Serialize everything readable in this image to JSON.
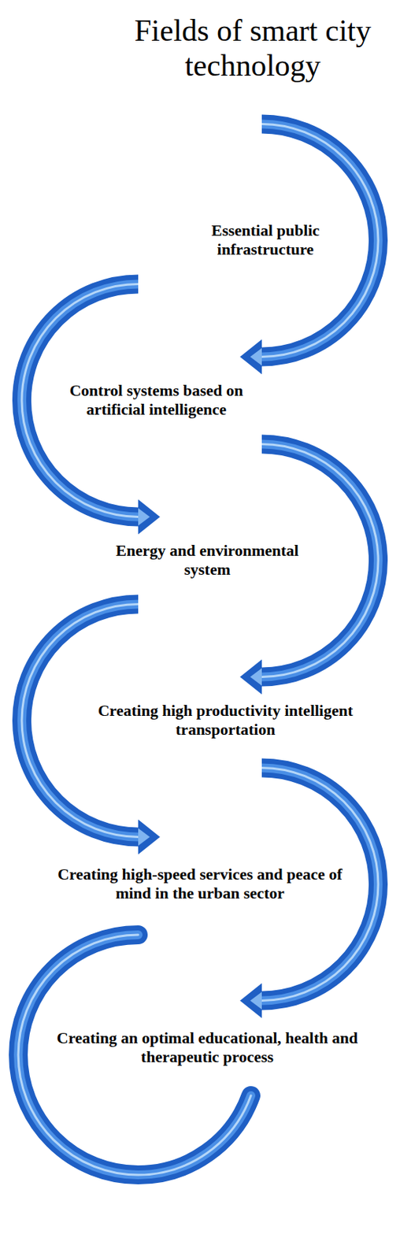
{
  "diagram": {
    "title": "Fields of smart city technology",
    "nodes": [
      {
        "text": [
          "Essential public infrastructure"
        ]
      },
      {
        "text": [
          "Control systems based on artificial intelligence"
        ]
      },
      {
        "text": [
          "Energy and environmental system"
        ]
      },
      {
        "text": [
          "Creating high productivity intelligent transportation"
        ]
      },
      {
        "text": [
          "Creating high-speed services and peace of mind in the urban sector"
        ]
      },
      {
        "text": [
          "Creating an optimal educational, health and therapeutic process"
        ]
      }
    ],
    "edges": [
      {
        "from": 0,
        "to": 1,
        "arrow": "to"
      },
      {
        "from": 1,
        "to": 2,
        "arrow": "to"
      },
      {
        "from": 2,
        "to": 3,
        "arrow": "to"
      },
      {
        "from": 3,
        "to": 4,
        "arrow": "to"
      },
      {
        "from": 4,
        "to": 5,
        "arrow": "to"
      }
    ]
  }
}
